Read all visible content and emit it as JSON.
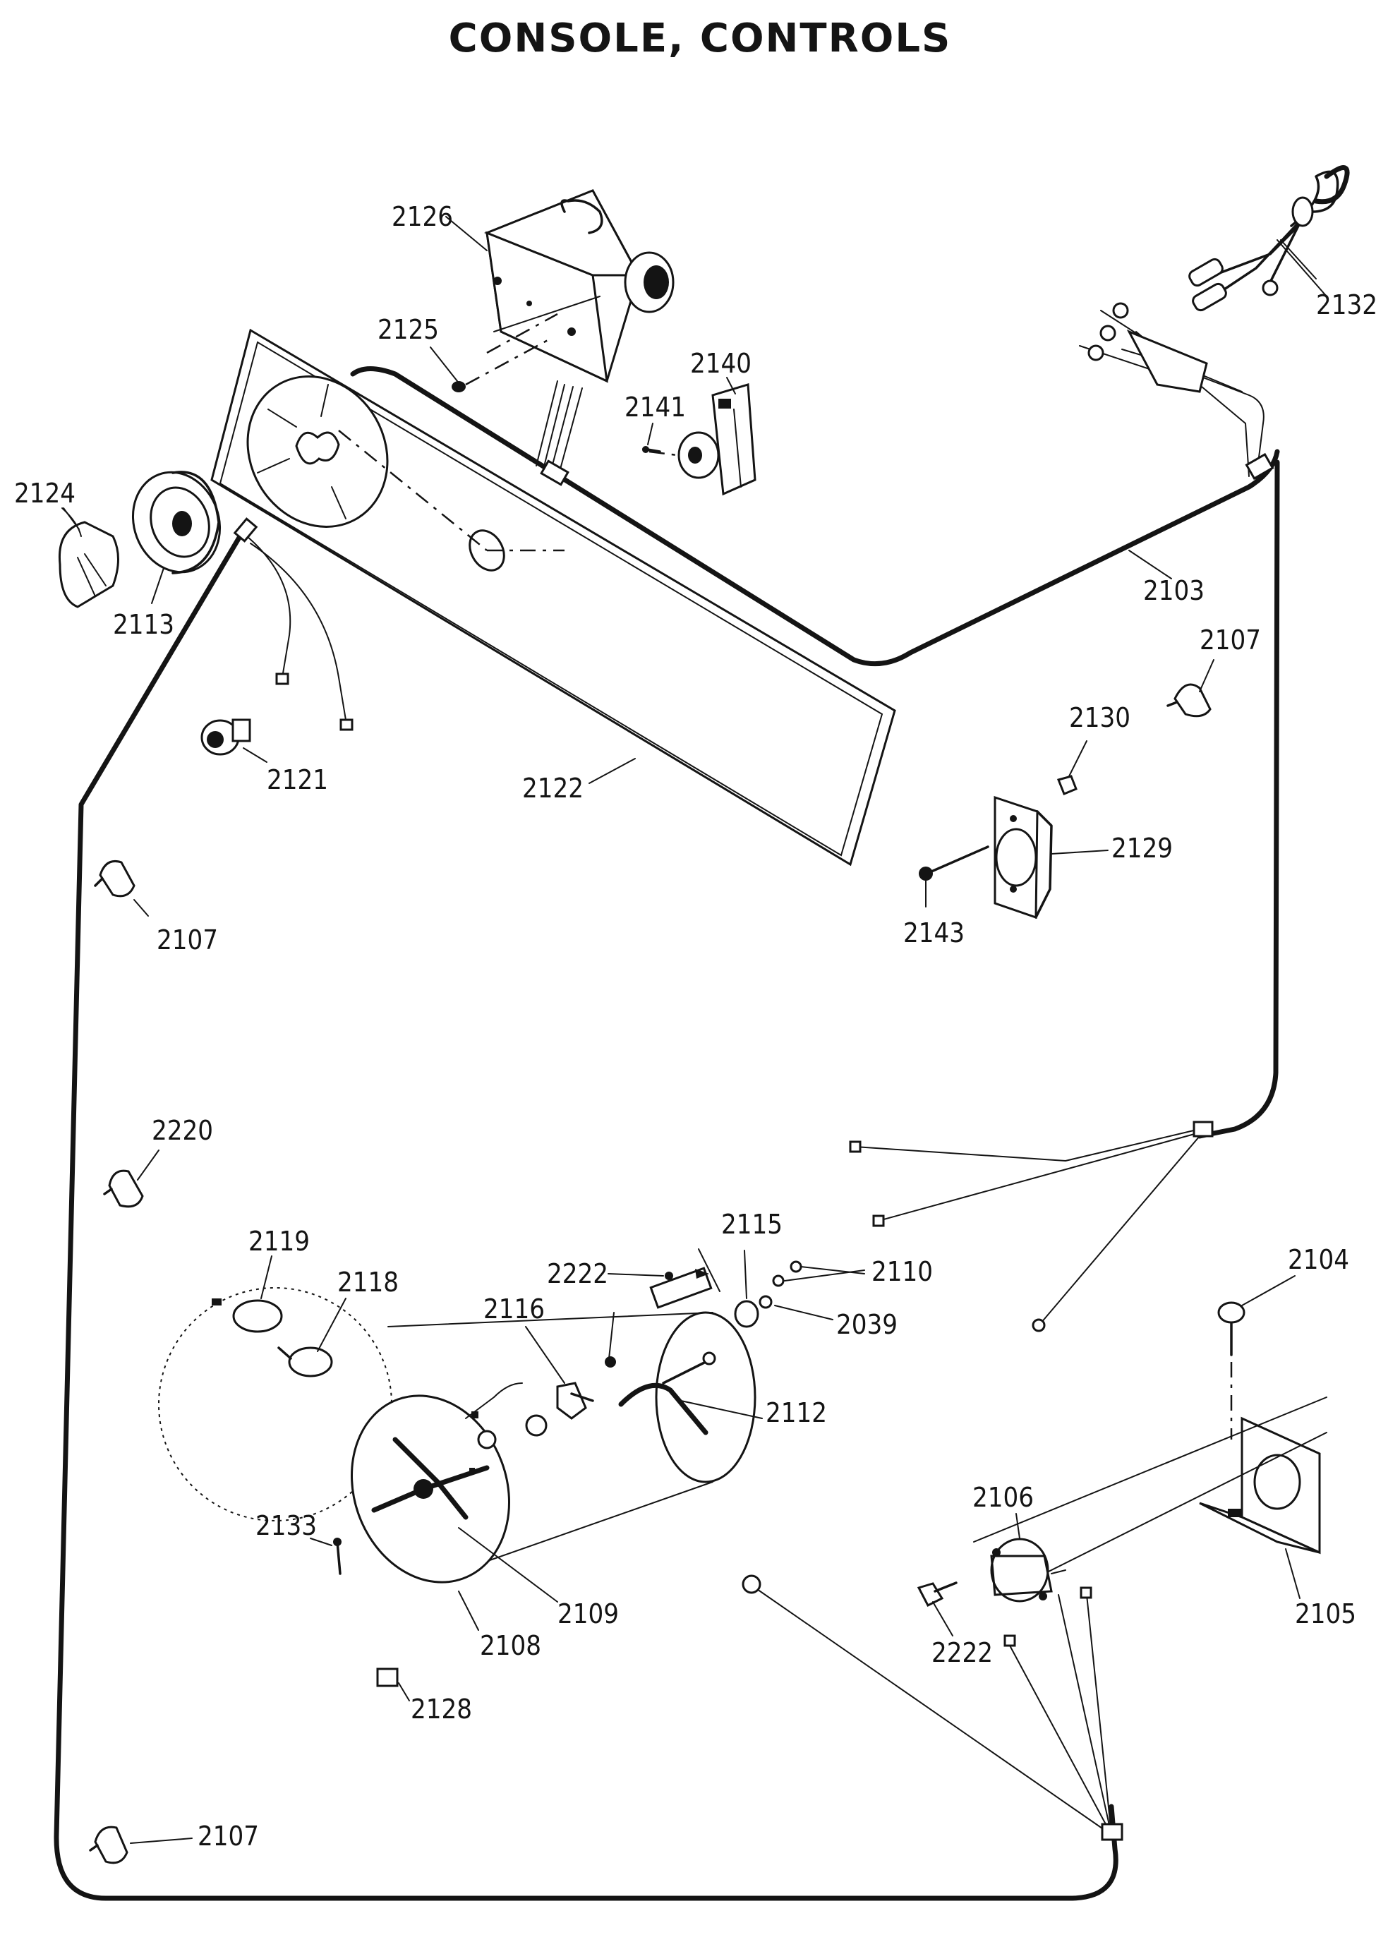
{
  "title": "CONSOLE, CONTROLS",
  "labels": [
    {
      "name": "part-2126",
      "text": "2126"
    },
    {
      "name": "part-2125",
      "text": "2125"
    },
    {
      "name": "part-2140",
      "text": "2140"
    },
    {
      "name": "part-2141",
      "text": "2141"
    },
    {
      "name": "part-2132",
      "text": "2132"
    },
    {
      "name": "part-2124",
      "text": "2124"
    },
    {
      "name": "part-2113",
      "text": "2113"
    },
    {
      "name": "part-2103",
      "text": "2103"
    },
    {
      "name": "part-2107-right",
      "text": "2107"
    },
    {
      "name": "part-2130",
      "text": "2130"
    },
    {
      "name": "part-2121",
      "text": "2121"
    },
    {
      "name": "part-2122",
      "text": "2122"
    },
    {
      "name": "part-2129",
      "text": "2129"
    },
    {
      "name": "part-2143",
      "text": "2143"
    },
    {
      "name": "part-2107-left",
      "text": "2107"
    },
    {
      "name": "part-2220",
      "text": "2220"
    },
    {
      "name": "part-2119",
      "text": "2119"
    },
    {
      "name": "part-2118",
      "text": "2118"
    },
    {
      "name": "part-2115",
      "text": "2115"
    },
    {
      "name": "part-2222-top",
      "text": "2222"
    },
    {
      "name": "part-2110",
      "text": "2110"
    },
    {
      "name": "part-2104",
      "text": "2104"
    },
    {
      "name": "part-2116",
      "text": "2116"
    },
    {
      "name": "part-2039",
      "text": "2039"
    },
    {
      "name": "part-2112",
      "text": "2112"
    },
    {
      "name": "part-2106",
      "text": "2106"
    },
    {
      "name": "part-2133",
      "text": "2133"
    },
    {
      "name": "part-2109",
      "text": "2109"
    },
    {
      "name": "part-2108",
      "text": "2108"
    },
    {
      "name": "part-2105",
      "text": "2105"
    },
    {
      "name": "part-2222-bottom",
      "text": "2222"
    },
    {
      "name": "part-2128",
      "text": "2128"
    },
    {
      "name": "part-2107-bottom",
      "text": "2107"
    }
  ]
}
